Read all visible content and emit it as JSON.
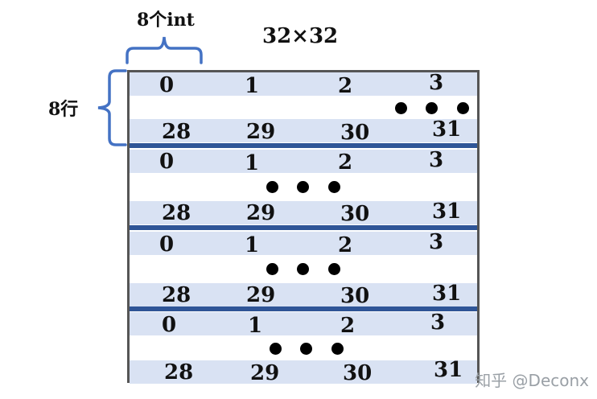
{
  "header": {
    "top_label": "8个int",
    "title": "32×32",
    "side_label": "8行"
  },
  "blocks": [
    {
      "top_row": [
        "0",
        "1",
        "2",
        "3"
      ],
      "bottom_row": [
        "28",
        "29",
        "30",
        "31"
      ]
    },
    {
      "top_row": [
        "0",
        "1",
        "2",
        "3"
      ],
      "bottom_row": [
        "28",
        "29",
        "30",
        "31"
      ]
    },
    {
      "top_row": [
        "0",
        "1",
        "2",
        "3"
      ],
      "bottom_row": [
        "28",
        "29",
        "30",
        "31"
      ]
    },
    {
      "top_row": [
        "0",
        "1",
        "2",
        "3"
      ],
      "bottom_row": [
        "28",
        "29",
        "30",
        "31"
      ]
    }
  ],
  "colors": {
    "stripe": "#d9e2f3",
    "separator": "#2f5597",
    "brace": "#4472c4",
    "border": "#555555"
  },
  "watermark": "知乎 @Deconx"
}
